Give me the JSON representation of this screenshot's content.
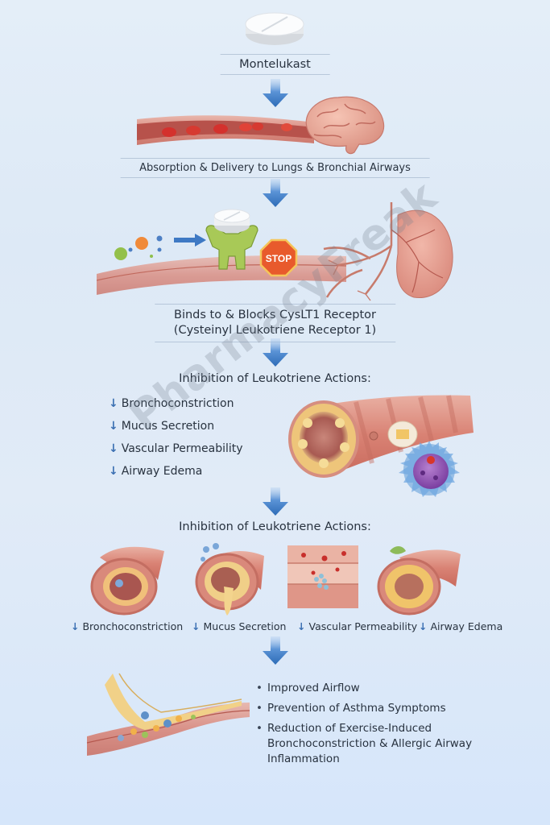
{
  "steps": {
    "drug": {
      "label": "Montelukast",
      "icon": "tablet-icon"
    },
    "absorption": {
      "label": "Absorption & Delivery to Lungs & Bronchial Airways",
      "icons": [
        "blood-vessel-icon",
        "brain-icon"
      ]
    },
    "binding": {
      "label": "Binds to & Blocks CysLT1 Receptor",
      "sublabel": "(Cysteinyl Leukotriene Receptor 1)",
      "stop_sign": "STOP",
      "icons": [
        "leukotriene-molecules-icon",
        "receptor-icon",
        "stop-sign-icon",
        "lungs-icon"
      ]
    },
    "inhibition_1": {
      "title": "Inhibition of Leukotriene Actions:",
      "marker": "↓",
      "items": [
        "Bronchoconstriction",
        "Mucus Secretion",
        "Vascular Permeability",
        "Airway Edema"
      ],
      "icons": [
        "airway-tube-icon",
        "immune-cell-icon"
      ]
    },
    "inhibition_2": {
      "title": "Inhibition of Leukotriene Actions:",
      "marker": "↓",
      "panels": [
        {
          "label": "Bronchoconstriction",
          "icon": "constricted-airway-icon"
        },
        {
          "label": "Mucus Secretion",
          "icon": "mucus-airway-icon"
        },
        {
          "label": "Vascular Permeability",
          "icon": "vessel-wall-icon"
        },
        {
          "label": "Airway Edema",
          "icon": "edema-airway-icon"
        }
      ]
    },
    "outcomes": {
      "items": [
        "Improved Airflow",
        "Prevention of Asthma Symptoms",
        "Reduction of Exercise-Induced Bronchoconstriction & Allergic Airway Inflammation"
      ],
      "icon": "open-airway-icon"
    }
  },
  "watermark": "PharmacyFreak",
  "colors": {
    "background": "#dfeaf7",
    "arrow": "#3a78c2",
    "text": "#28323f",
    "tissue": "#d98a7c",
    "stop": "#e8542a",
    "receptor": "#9cc24a"
  }
}
